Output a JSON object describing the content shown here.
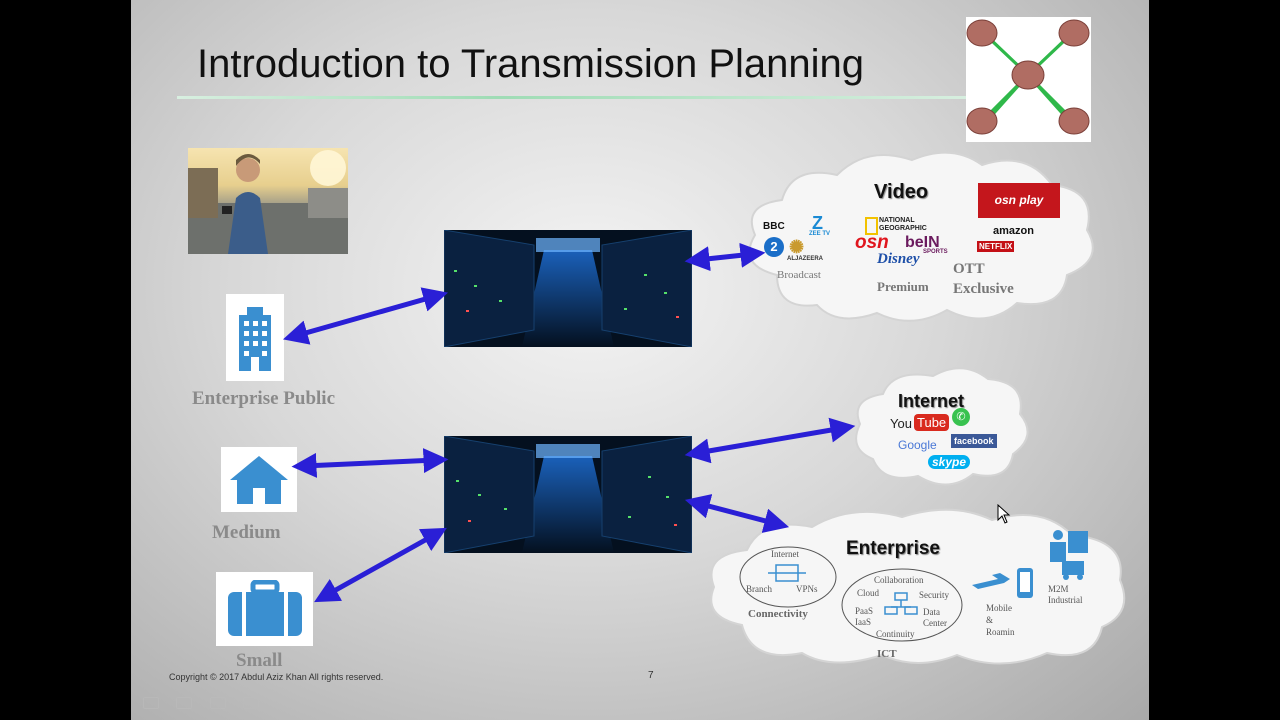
{
  "slide": {
    "title": "Introduction to Transmission Planning",
    "footer": "Copyright © 2017 Abdul Aziz Khan All rights reserved.",
    "page_number": "7"
  },
  "left_nodes": {
    "enterprise_public": "Enterprise Public",
    "medium": "Medium",
    "small": "Small"
  },
  "video_cloud": {
    "title": "Video",
    "broadcast": "Broadcast",
    "premium": "Premium",
    "ott": "OTT",
    "exclusive": "Exclusive",
    "logos": {
      "bbc": "BBC",
      "zee": "ZEE TV",
      "aljazeera": "ALJAZEERA",
      "natgeo": "NATIONAL GEOGRAPHIC",
      "osn": "osn",
      "bein": "beIN",
      "bein_sub": "SPORTS",
      "disney": "Disney",
      "osnplay": "osn play",
      "amazon": "amazon",
      "netflix": "NETFLIX"
    }
  },
  "internet_cloud": {
    "title": "Internet",
    "logos": {
      "you": "You",
      "tube": "Tube",
      "google": "Google",
      "facebook": "facebook",
      "skype": "skype"
    }
  },
  "enterprise_cloud": {
    "title": "Enterprise",
    "connectivity": {
      "label": "Connectivity",
      "internet": "Internet",
      "branch": "Branch",
      "vpns": "VPNs"
    },
    "ict": {
      "label": "ICT",
      "collaboration": "Collaboration",
      "cloud": "Cloud",
      "security": "Security",
      "paas": "PaaS",
      "iaas": "IaaS",
      "data": "Data",
      "center": "Center",
      "continuity": "Continuity"
    },
    "mobile": {
      "line1": "Mobile",
      "line2": "&",
      "line3": "Roamin"
    },
    "m2m": {
      "line1": "M2M",
      "line2": "Industrial"
    }
  },
  "colors": {
    "arrow": "#2a1fd6",
    "icon_blue": "#3a8fd0",
    "label_gray": "#8a8a8a"
  }
}
